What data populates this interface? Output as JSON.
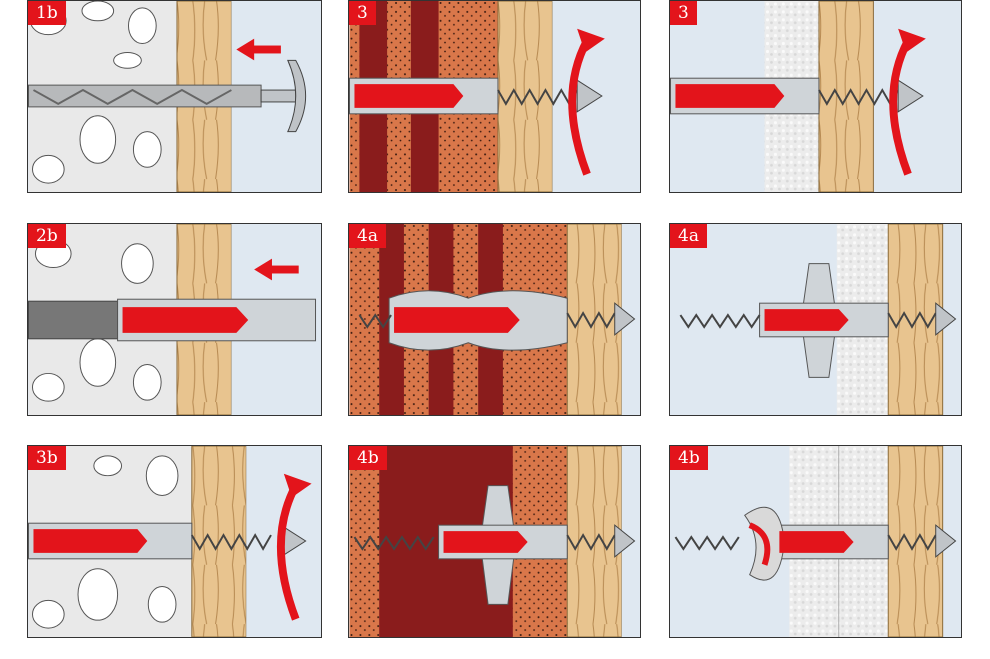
{
  "colors": {
    "accent_red": "#e3141b",
    "dark_red": "#8a1c1c",
    "brick": "#d9774a",
    "wood": "#e8c48f",
    "plaster": "#e9e9e9",
    "sky": "#dfe8f1",
    "anchor_grey": "#cfd4d8"
  },
  "panels": [
    {
      "id": "p1",
      "label": "1b",
      "wall": "stone-wood",
      "icons": [
        "drill-bit-icon",
        "push-arrow-icon"
      ]
    },
    {
      "id": "p2",
      "label": "3",
      "wall": "brick-wood",
      "icons": [
        "anchor-icon",
        "screw-icon",
        "rotate-arrow-icon"
      ]
    },
    {
      "id": "p3",
      "label": "3",
      "wall": "plaster-wood",
      "icons": [
        "anchor-icon",
        "screw-icon",
        "rotate-arrow-icon"
      ]
    },
    {
      "id": "p4",
      "label": "2b",
      "wall": "stone-wood",
      "icons": [
        "anchor-icon",
        "push-arrow-icon"
      ]
    },
    {
      "id": "p5",
      "label": "4a",
      "wall": "brick-wood",
      "icons": [
        "expanded-anchor-icon",
        "screw-icon"
      ]
    },
    {
      "id": "p6",
      "label": "4a",
      "wall": "plaster-wood",
      "icons": [
        "knotted-anchor-icon",
        "screw-icon"
      ]
    },
    {
      "id": "p7",
      "label": "3b",
      "wall": "stone-wood",
      "icons": [
        "anchor-icon",
        "screw-icon",
        "rotate-arrow-icon"
      ]
    },
    {
      "id": "p8",
      "label": "4b",
      "wall": "brick-wood",
      "icons": [
        "knotted-anchor-icon",
        "screw-icon"
      ]
    },
    {
      "id": "p9",
      "label": "4b",
      "wall": "plaster-wood",
      "icons": [
        "twisted-anchor-icon",
        "screw-icon"
      ]
    }
  ]
}
